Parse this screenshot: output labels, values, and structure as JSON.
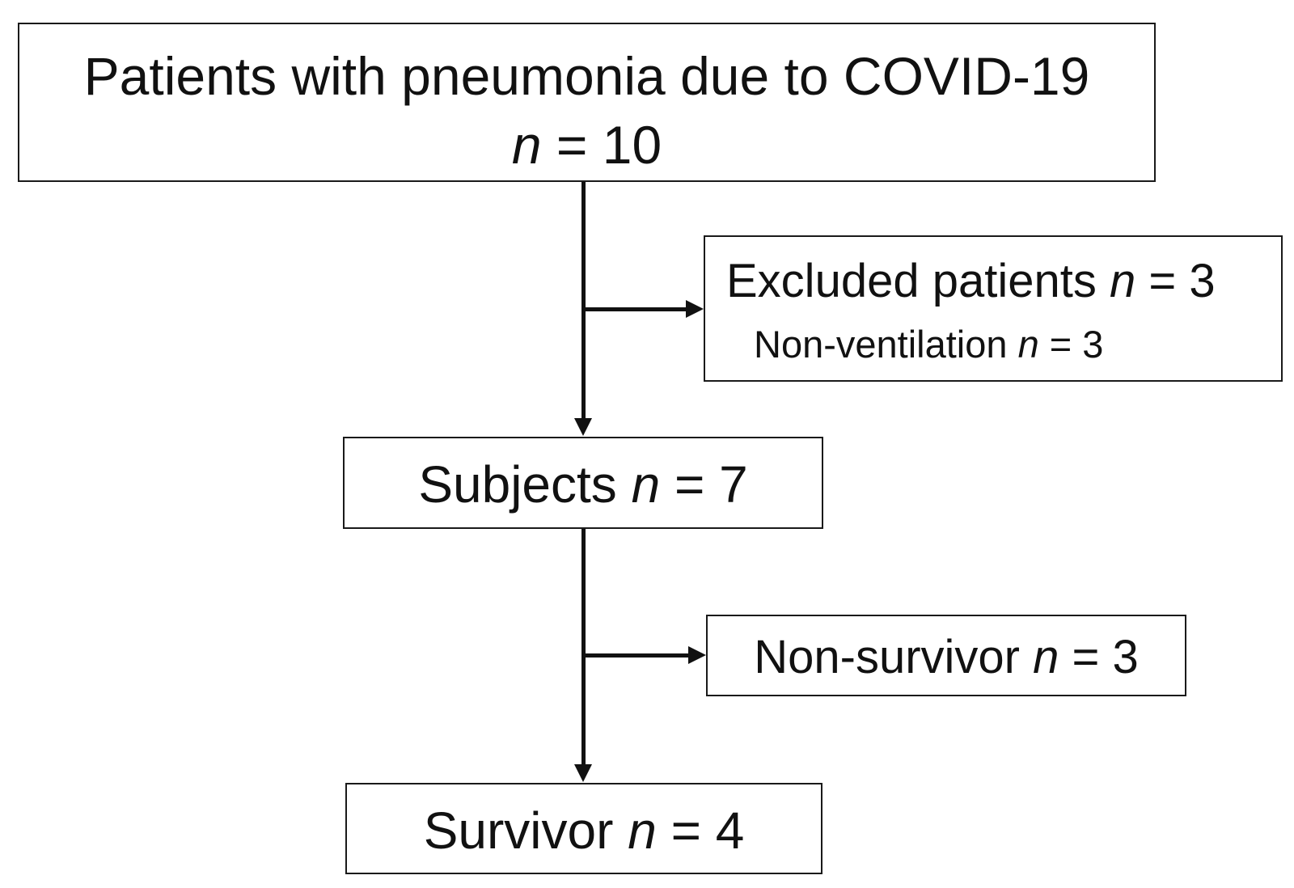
{
  "flowchart": {
    "top": {
      "label": "Patients with pneumonia due to COVID-19",
      "n_symbol": "n",
      "n_rest": " = 10"
    },
    "excluded": {
      "label": "Excluded patients ",
      "n_symbol": "n",
      "n_rest": " = 3",
      "sub_label": "Non-ventilation  ",
      "sub_n_symbol": "n",
      "sub_n_rest": " = 3"
    },
    "subjects": {
      "label": "Subjects ",
      "n_symbol": "n",
      "n_rest": " = 7"
    },
    "non_survivor": {
      "label": "Non-survivor  ",
      "n_symbol": "n",
      "n_rest": " = 3"
    },
    "survivor": {
      "label": "Survivor ",
      "n_symbol": "n",
      "n_rest": " = 4"
    }
  }
}
